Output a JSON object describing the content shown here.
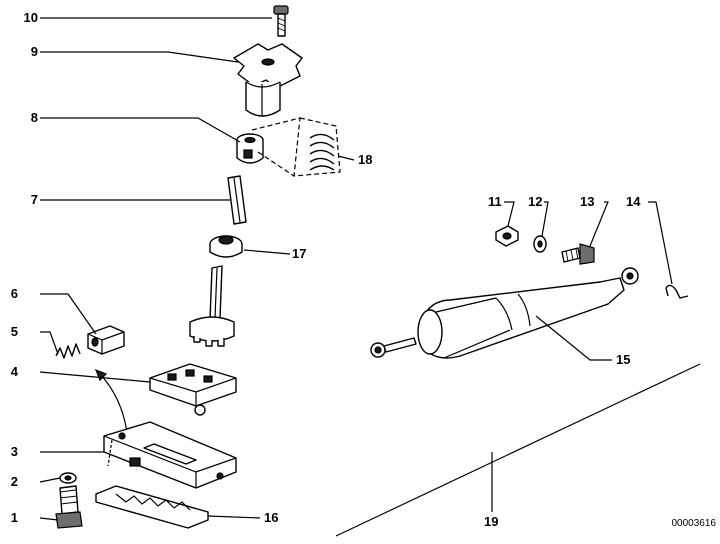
{
  "labels": {
    "p1": "1",
    "p2": "2",
    "p3": "3",
    "p4": "4",
    "p5": "5",
    "p6": "6",
    "p7": "7",
    "p8": "8",
    "p9": "9",
    "p10": "10",
    "p11": "11",
    "p12": "12",
    "p13": "13",
    "p14": "14",
    "p15": "15",
    "p16": "16",
    "p17": "17",
    "p18": "18",
    "p19": "19"
  },
  "reference_number": "00003616"
}
